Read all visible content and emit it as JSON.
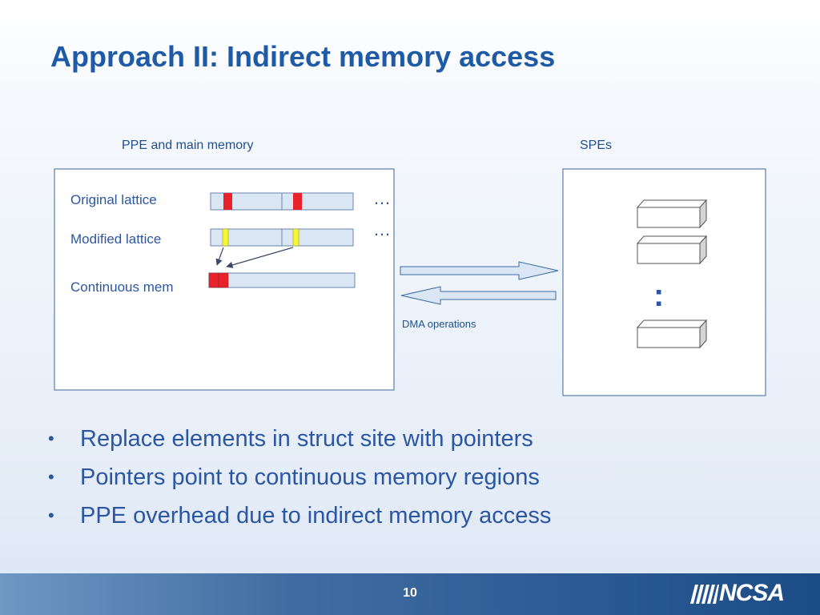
{
  "slide": {
    "title": "Approach II: Indirect memory access",
    "page_number": "10"
  },
  "diagram": {
    "left_panel_label": "PPE and main memory",
    "right_panel_label": "SPEs",
    "rows": [
      {
        "label": "Original lattice"
      },
      {
        "label": "Modified lattice"
      },
      {
        "label": "Continuous mem"
      }
    ],
    "ellipsis": "…",
    "vertical_dots": ":",
    "dma_label": "DMA operations",
    "colors": {
      "panel_border": "#5a7fa8",
      "bar_fill": "#dbe6f4",
      "bar_stroke": "#6a86b0",
      "red_mark": "#e8212b",
      "yellow_mark": "#f6f536",
      "arrow_fill": "#dbe6f4",
      "arrow_stroke": "#3b6aa3",
      "box_front": "#ffffff",
      "box_side": "#d4d4d4",
      "box_stroke": "#555555"
    }
  },
  "bullets": [
    "Replace elements in struct site with pointers",
    "Pointers point to continuous memory regions",
    "PPE overhead due to indirect memory access"
  ],
  "logo": {
    "text": "NCSA",
    "icon": "ncsa-logo-icon"
  },
  "theme": {
    "title_color": "#1f5aa6",
    "bullet_color": "#2b56a1",
    "footer_color": "#1c4c86"
  }
}
